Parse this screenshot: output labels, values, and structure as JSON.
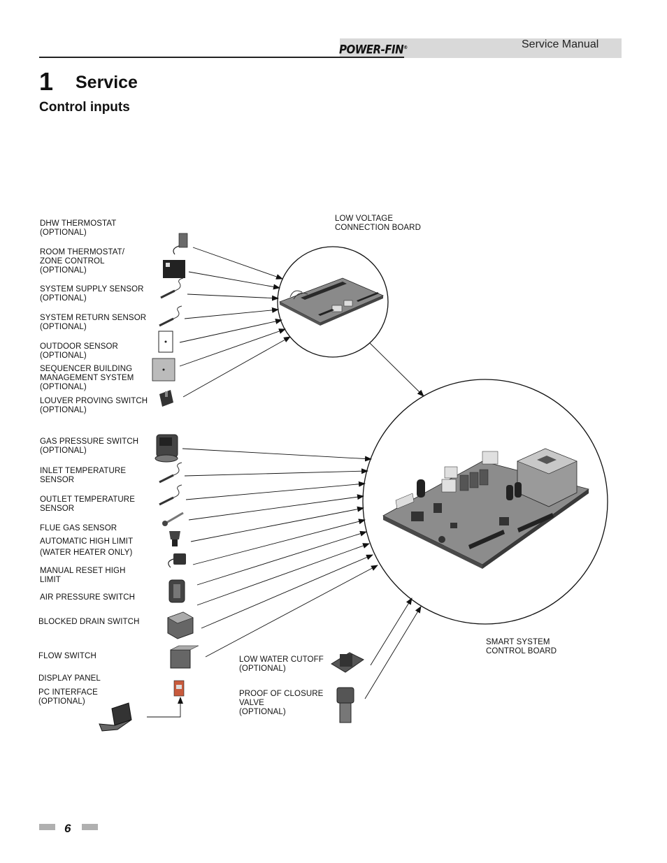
{
  "header": {
    "logo": "POWER-FIN",
    "manual_title": "Service Manual"
  },
  "chapter": {
    "number": "1",
    "title": "Service"
  },
  "section": {
    "title": "Control inputs"
  },
  "diagram": {
    "boards": {
      "low_voltage": "LOW VOLTAGE\nCONNECTION BOARD",
      "smart_system": "SMART SYSTEM\nCONTROL BOARD"
    },
    "inputs": [
      {
        "key": "dhw",
        "label": "DHW THERMOSTAT\n(OPTIONAL)"
      },
      {
        "key": "room",
        "label": "ROOM THERMOSTAT/\nZONE CONTROL\n(OPTIONAL)"
      },
      {
        "key": "supply",
        "label": "SYSTEM SUPPLY SENSOR\n(OPTIONAL)"
      },
      {
        "key": "return",
        "label": "SYSTEM RETURN SENSOR\n(OPTIONAL)"
      },
      {
        "key": "outdoor",
        "label": "OUTDOOR SENSOR\n(OPTIONAL)"
      },
      {
        "key": "sequencer",
        "label": "SEQUENCER BUILDING\nMANAGEMENT SYSTEM\n(OPTIONAL)"
      },
      {
        "key": "louver",
        "label": "LOUVER PROVING SWITCH\n(OPTIONAL)"
      },
      {
        "key": "gas",
        "label": "GAS PRESSURE SWITCH\n(OPTIONAL)"
      },
      {
        "key": "inlet",
        "label": "INLET TEMPERATURE\nSENSOR"
      },
      {
        "key": "outlet",
        "label": "OUTLET TEMPERATURE\nSENSOR"
      },
      {
        "key": "flue",
        "label": "FLUE GAS SENSOR"
      },
      {
        "key": "auto_limit",
        "label": "AUTOMATIC HIGH LIMIT"
      },
      {
        "key": "auto_limit_note",
        "label": "(WATER HEATER ONLY)"
      },
      {
        "key": "manual_limit",
        "label": "MANUAL RESET HIGH\nLIMIT"
      },
      {
        "key": "air",
        "label": "AIR PRESSURE SWITCH"
      },
      {
        "key": "drain",
        "label": "BLOCKED DRAIN SWITCH"
      },
      {
        "key": "flow",
        "label": "FLOW SWITCH"
      },
      {
        "key": "display",
        "label": "DISPLAY PANEL"
      },
      {
        "key": "pc",
        "label": "PC INTERFACE\n(OPTIONAL)"
      },
      {
        "key": "lwco",
        "label": "LOW WATER CUTOFF\n(OPTIONAL)"
      },
      {
        "key": "poc",
        "label": "PROOF OF CLOSURE\nVALVE\n(OPTIONAL)"
      }
    ]
  },
  "footer": {
    "page_number": "6"
  }
}
